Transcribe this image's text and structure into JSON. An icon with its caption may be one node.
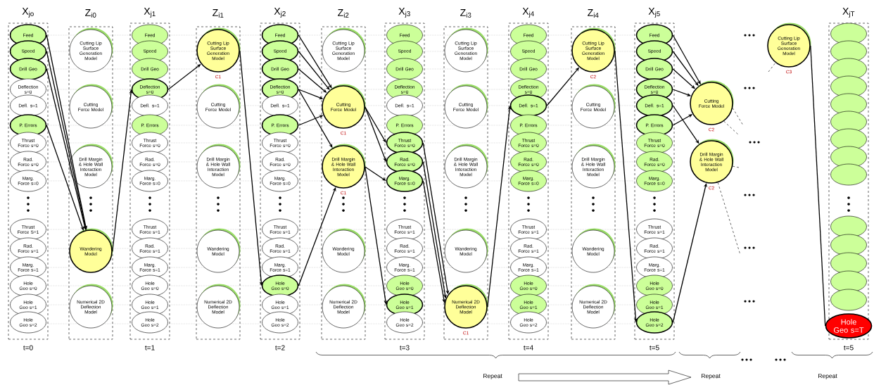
{
  "diagram": {
    "nodes": [
      {
        "text": [
          "X$_{jo}$"
        ],
        "beside": [
          "t=0"
        ]
      },
      {
        "text": [
          "Feed"
        ],
        "in": 0
      },
      {
        "text": [
          "Speed"
        ],
        "in": 0
      },
      {
        "text": [
          "Drill Geo"
        ],
        "in": 0
      },
      {
        "text": [
          "Deflection s=0"
        ],
        "in": 0
      },
      {
        "text": [
          "Defl. s=1"
        ],
        "in": 0
      },
      {
        "text": [
          "P. Errors"
        ],
        "in": 0
      },
      {
        "text": [
          "Thrust Force s=0"
        ],
        "in": 0
      },
      {
        "text": [
          "Rad. Force s=0"
        ],
        "in": 0
      },
      {
        "text": [
          "Marg. Force s=0"
        ],
        "in": 0
      },
      {
        "text": [
          "Thrust Force S=1"
        ],
        "in": 0
      },
      {
        "text": [
          "Rad. Force s=1"
        ],
        "in": 0
      },
      {
        "text": [
          "Marg. Force s=1"
        ],
        "in": 0
      },
      {
        "text": [
          "Hole Geo s=0"
        ],
        "in": 0
      },
      {
        "text": [
          "Hole Geo s=1"
        ],
        "in": 0
      },
      {
        "text": [
          "Hole Geo s=2"
        ],
        "in": 0
      },
      {
        "text": [
          "Z$_{i0}$"
        ]
      },
      {
        "text": [
          "Cutting Lip Surface Generation Model"
        ],
        "in": 16
      },
      {
        "text": [
          "Cutting Force Model"
        ],
        "in": 16
      },
      {
        "text": [
          "Drill Margin & Hole Wall Interaction Model"
        ],
        "in": 16
      },
      {
        "text": [
          "Wandering Model"
        ],
        "in": 16
      },
      {
        "text": [
          "Numerical 2D Deflection Model"
        ],
        "in": 16
      },
      {
        "text": [
          "X$_{j1}$"
        ],
        "beside": [
          "t=1"
        ]
      },
      {
        "text": [
          "Feed"
        ],
        "in": 22
      },
      {
        "text": [
          "Speed"
        ],
        "in": 22
      },
      {
        "text": [
          "Drill Geo"
        ],
        "in": 22
      },
      {
        "text": [
          "Deflection s=0"
        ],
        "in": 22
      },
      {
        "text": [
          "Defl. s=1"
        ],
        "in": 22
      },
      {
        "text": [
          "P. Errors"
        ],
        "in": 22
      },
      {
        "text": [
          "Thrust Force s=0"
        ],
        "in": 22
      },
      {
        "text": [
          "Rad. Force s=0"
        ],
        "in": 22
      },
      {
        "text": [
          "Marg. Force s=0"
        ],
        "in": 22
      },
      {
        "text": [
          "Thrust Force s=1"
        ],
        "in": 22
      },
      {
        "text": [
          "Rad. Force s=1"
        ],
        "in": 22
      },
      {
        "text": [
          "Marg. Force s=1"
        ],
        "in": 22
      },
      {
        "text": [
          "Hole Geo s=0"
        ],
        "in": 22
      },
      {
        "text": [
          "Hole Geo s=1"
        ],
        "in": 22
      },
      {
        "text": [
          "Hole Geo s=2"
        ],
        "in": 22
      },
      {
        "text": [
          "Z$_{i1}$"
        ]
      },
      {
        "text": [
          "Cutting Lip Surface Generation Model"
        ],
        "in": 38,
        "beside": [
          "C1"
        ]
      },
      {
        "text": [
          "Cutting Force Model"
        ],
        "in": 38
      },
      {
        "text": [
          "Drill Margin & Hole Wall Interaction Model"
        ],
        "in": 38
      },
      {
        "text": [
          "Wandering Model"
        ],
        "in": 38
      },
      {
        "text": [
          "Numerical 2D Deflection Model"
        ],
        "in": 38
      },
      {
        "text": [
          "X$_{j2}$"
        ],
        "beside": [
          "t=2"
        ]
      },
      {
        "text": [
          "Feed"
        ],
        "in": 44
      },
      {
        "text": [
          "Speed"
        ],
        "in": 44
      },
      {
        "text": [
          "Drill Geo"
        ],
        "in": 44
      },
      {
        "text": [
          "Deflection s=0"
        ],
        "in": 44
      },
      {
        "text": [
          "Defl. s=1"
        ],
        "in": 44
      },
      {
        "text": [
          "P. Errors"
        ],
        "in": 44
      },
      {
        "text": [
          "Thrust Force s=0"
        ],
        "in": 44
      },
      {
        "text": [
          "Rad. Force s=0"
        ],
        "in": 44
      },
      {
        "text": [
          "Marg. Force s=0"
        ],
        "in": 44
      },
      {
        "text": [
          "Thrust Force s=1"
        ],
        "in": 44
      },
      {
        "text": [
          "Rad. Force s=1"
        ],
        "in": 44
      },
      {
        "text": [
          "Marg. Force s=1"
        ],
        "in": 44
      },
      {
        "text": [
          "Hole Geo s=0"
        ],
        "in": 44
      },
      {
        "text": [
          "Hole Geo s=1"
        ],
        "in": 44
      },
      {
        "text": [
          "Hole Geo s=2"
        ],
        "in": 44
      },
      {
        "text": [
          "Z$_{i2}$"
        ]
      },
      {
        "text": [
          "Cutting Lip Surface Generation Model"
        ],
        "in": 60
      },
      {
        "text": [
          "Cutting Force Model"
        ],
        "in": 60,
        "beside": [
          "C1"
        ]
      },
      {
        "text": [
          "Drill Margin & Hole Wall Interaction Model"
        ],
        "in": 60,
        "beside": [
          "C1"
        ]
      },
      {
        "text": [
          "Wandering Model"
        ],
        "in": 60
      },
      {
        "text": [
          "Numerical 2D Deflection Model"
        ],
        "in": 60
      },
      {
        "text": [
          "X$_{j3}$"
        ],
        "beside": [
          "t=3"
        ]
      },
      {
        "text": [
          "Feed"
        ],
        "in": 66
      },
      {
        "text": [
          "Speed"
        ],
        "in": 66
      },
      {
        "text": [
          "Drill Geo"
        ],
        "in": 66
      },
      {
        "text": [
          "Deflection s=0"
        ],
        "in": 66
      },
      {
        "text": [
          "Defl. s=1"
        ],
        "in": 66
      },
      {
        "text": [
          "P. Errors"
        ],
        "in": 66
      },
      {
        "text": [
          "Thrust Force s=0"
        ],
        "in": 66
      },
      {
        "text": [
          "Rad. Force s=0"
        ],
        "in": 66
      },
      {
        "text": [
          "Marg. Force s=0"
        ],
        "in": 66
      },
      {
        "text": [
          "Thrust Force s=1"
        ],
        "in": 66
      },
      {
        "text": [
          "Rad. Force s=1"
        ],
        "in": 66
      },
      {
        "text": [
          "Marg. Force s=1"
        ],
        "in": 66
      },
      {
        "text": [
          "Hole Geo s=0"
        ],
        "in": 66
      },
      {
        "text": [
          "Hole Geo s=1"
        ],
        "in": 66
      },
      {
        "text": [
          "Hole Geo s=2"
        ],
        "in": 66
      },
      {
        "text": [
          "Z$_{i3}$"
        ]
      },
      {
        "text": [
          "Cutting Lip Surface Generation Model"
        ],
        "in": 82
      },
      {
        "text": [
          "Cutting Force Model"
        ],
        "in": 82
      },
      {
        "text": [
          "Drill Margin & Hole Wall Interaction Model"
        ],
        "in": 82
      },
      {
        "text": [
          "Wandering Model"
        ],
        "in": 82
      },
      {
        "text": [
          "Numerical 2D Deflection Model"
        ],
        "in": 82,
        "beside": [
          "C1"
        ]
      },
      {
        "text": [
          "X$_{j4}$"
        ],
        "beside": [
          "t=4"
        ]
      },
      {
        "text": [
          "Feed"
        ],
        "in": 88
      },
      {
        "text": [
          "Speed"
        ],
        "in": 88
      },
      {
        "text": [
          "Drill Geo"
        ],
        "in": 88
      },
      {
        "text": [
          "Deflection s=0"
        ],
        "in": 88
      },
      {
        "text": [
          "Defl. s=1"
        ],
        "in": 88
      },
      {
        "text": [
          "P. Errors"
        ],
        "in": 88
      },
      {
        "text": [
          "Thrust Force s=0"
        ],
        "in": 88
      },
      {
        "text": [
          "Rad. Force s=0"
        ],
        "in": 88
      },
      {
        "text": [
          "Marg. Force s=0"
        ],
        "in": 88
      },
      {
        "text": [
          "Thrust Force s=1"
        ],
        "in": 88
      },
      {
        "text": [
          "Rad. Force s=1"
        ],
        "in": 88
      },
      {
        "text": [
          "Marg. Force s=1"
        ],
        "in": 88
      },
      {
        "text": [
          "Hole Geo s=0"
        ],
        "in": 88
      },
      {
        "text": [
          "Hole Geo s=1"
        ],
        "in": 88
      },
      {
        "text": [
          "Hole Geo s=2"
        ],
        "in": 88
      },
      {
        "text": [
          "Z$_{i4}$"
        ]
      },
      {
        "text": [
          "Cutting Lip Surface Generation Model"
        ],
        "in": 104,
        "beside": [
          "C2"
        ]
      },
      {
        "text": [
          "Cutting Force Model"
        ],
        "in": 104
      },
      {
        "text": [
          "Drill Margin & Hole Wall Interaction Model"
        ],
        "in": 104
      },
      {
        "text": [
          "Wandering Model"
        ],
        "in": 104
      },
      {
        "text": [
          "Numerical 2D Deflection Model"
        ],
        "in": 104
      },
      {
        "text": [
          "X$_{j5}$"
        ],
        "beside": [
          "t=5"
        ]
      },
      {
        "text": [
          "Feed"
        ],
        "in": 110
      },
      {
        "text": [
          "Speed"
        ],
        "in": 110
      },
      {
        "text": [
          "Drill Geo"
        ],
        "in": 110
      },
      {
        "text": [
          "Deflection s=0"
        ],
        "in": 110
      },
      {
        "text": [
          "Defl. s=1"
        ],
        "in": 110
      },
      {
        "text": [
          "P. Errors"
        ],
        "in": 110
      },
      {
        "text": [
          "Thrust Force s=0"
        ],
        "in": 110
      },
      {
        "text": [
          "Rad. Force s=0"
        ],
        "in": 110
      },
      {
        "text": [
          "Marg. Force s=0"
        ],
        "in": 110
      },
      {
        "text": [
          "Thrust Force s=1"
        ],
        "in": 110
      },
      {
        "text": [
          "Rad. Force s=1"
        ],
        "in": 110
      },
      {
        "text": [
          "Marg. Force s=1"
        ],
        "in": 110
      },
      {
        "text": [
          "Hole Geo s=0"
        ],
        "in": 110
      },
      {
        "text": [
          "Hole Geo s=1"
        ],
        "in": 110
      },
      {
        "text": [
          "Hole Geo s=2"
        ],
        "in": 110
      },
      {
        "text": [
          "Cutting Force Model"
        ],
        "beside": [
          "C2"
        ]
      },
      {
        "text": [
          "Drill Margin & Hole Wall Interaction Model"
        ],
        "beside": [
          "C2"
        ]
      },
      {
        "text": [
          "Cutting Lip Surface Generation Model"
        ],
        "beside": [
          "C3"
        ]
      },
      {
        "text": [
          "X$_{jT}$"
        ],
        "beside": [
          "t=5"
        ]
      },
      {
        "text": [],
        "shape": "ellipse",
        "in": 129
      },
      {
        "text": [],
        "shape": "ellipse",
        "in": 129
      },
      {
        "text": [],
        "shape": "ellipse",
        "in": 129
      },
      {
        "text": [],
        "shape": "ellipse",
        "in": 129
      },
      {
        "text": [],
        "shape": "ellipse",
        "in": 129
      },
      {
        "text": [],
        "shape": "ellipse",
        "in": 129
      },
      {
        "text": [],
        "shape": "ellipse",
        "in": 129
      },
      {
        "text": [],
        "shape": "ellipse",
        "in": 129
      },
      {
        "text": [],
        "shape": "ellipse",
        "in": 129
      },
      {
        "text": [],
        "shape": "ellipse",
        "in": 129
      },
      {
        "text": [],
        "shape": "ellipse",
        "in": 129
      },
      {
        "text": [],
        "shape": "ellipse",
        "in": 129
      },
      {
        "text": [],
        "shape": "ellipse",
        "in": 129
      },
      {
        "text": [],
        "shape": "ellipse",
        "in": 129
      },
      {
        "text": [
          "Hole Geo s=T"
        ],
        "in": 129
      }
    ],
    "edges": [
      {
        "from": 1,
        "to": 20,
        "arrow": "to"
      },
      {
        "from": 2,
        "to": 20,
        "arrow": "to"
      },
      {
        "from": 3,
        "to": 20,
        "arrow": "to"
      },
      {
        "from": 6,
        "to": 20,
        "arrow": "to"
      },
      {
        "from": 20,
        "to": 26,
        "arrow": "to"
      },
      {
        "from": 26,
        "to": 39,
        "arrow": "to"
      },
      {
        "from": 39,
        "to": 57,
        "arrow": "to"
      },
      {
        "from": 45,
        "to": 62,
        "arrow": "to"
      },
      {
        "from": 46,
        "to": 62,
        "arrow": "to"
      },
      {
        "from": 47,
        "to": 62,
        "arrow": "to"
      },
      {
        "from": 48,
        "to": 62,
        "arrow": "to"
      },
      {
        "from": 50,
        "to": 62,
        "arrow": "to"
      },
      {
        "from": 48,
        "to": 63,
        "arrow": "to"
      },
      {
        "from": 57,
        "to": 63,
        "arrow": "to"
      },
      {
        "from": 62,
        "to": 73,
        "arrow": "to"
      },
      {
        "from": 62,
        "to": 74,
        "arrow": "to"
      },
      {
        "from": 63,
        "to": 75,
        "arrow": "to"
      },
      {
        "from": 63,
        "to": 80,
        "arrow": "to"
      },
      {
        "from": 73,
        "to": 87,
        "arrow": "to"
      },
      {
        "from": 74,
        "to": 87,
        "arrow": "to"
      },
      {
        "from": 75,
        "to": 87,
        "arrow": "to"
      },
      {
        "from": 87,
        "to": 93,
        "arrow": "to"
      },
      {
        "from": 93,
        "to": 105,
        "arrow": "to"
      },
      {
        "from": 105,
        "to": 125,
        "arrow": "to"
      },
      {
        "from": 111,
        "to": 126,
        "arrow": "to"
      },
      {
        "from": 112,
        "to": 126,
        "arrow": "to"
      },
      {
        "from": 113,
        "to": 126,
        "arrow": "to"
      },
      {
        "from": 114,
        "to": 126,
        "arrow": "to"
      },
      {
        "from": 116,
        "to": 126,
        "arrow": "to"
      },
      {
        "from": 115,
        "to": 127,
        "arrow": "to"
      },
      {
        "from": 125,
        "to": 127,
        "arrow": "to"
      },
      {
        "from": 128,
        "to": 144,
        "arrow": "none"
      },
      {
        "from": 126,
        "to": null,
        "arrow": "none",
        "style": "dashed"
      },
      {
        "from": 126,
        "to": null,
        "arrow": "none",
        "style": "dashed"
      },
      {
        "from": 127,
        "to": null,
        "arrow": "none",
        "style": "dashed"
      },
      {
        "from": 127,
        "to": null,
        "arrow": "none",
        "style": "dashed"
      },
      {
        "from": null,
        "to": 128,
        "arrow": "none",
        "style": "dashed"
      }
    ],
    "labels": [
      "Repeat",
      "Repeat",
      "Repeat"
    ]
  }
}
